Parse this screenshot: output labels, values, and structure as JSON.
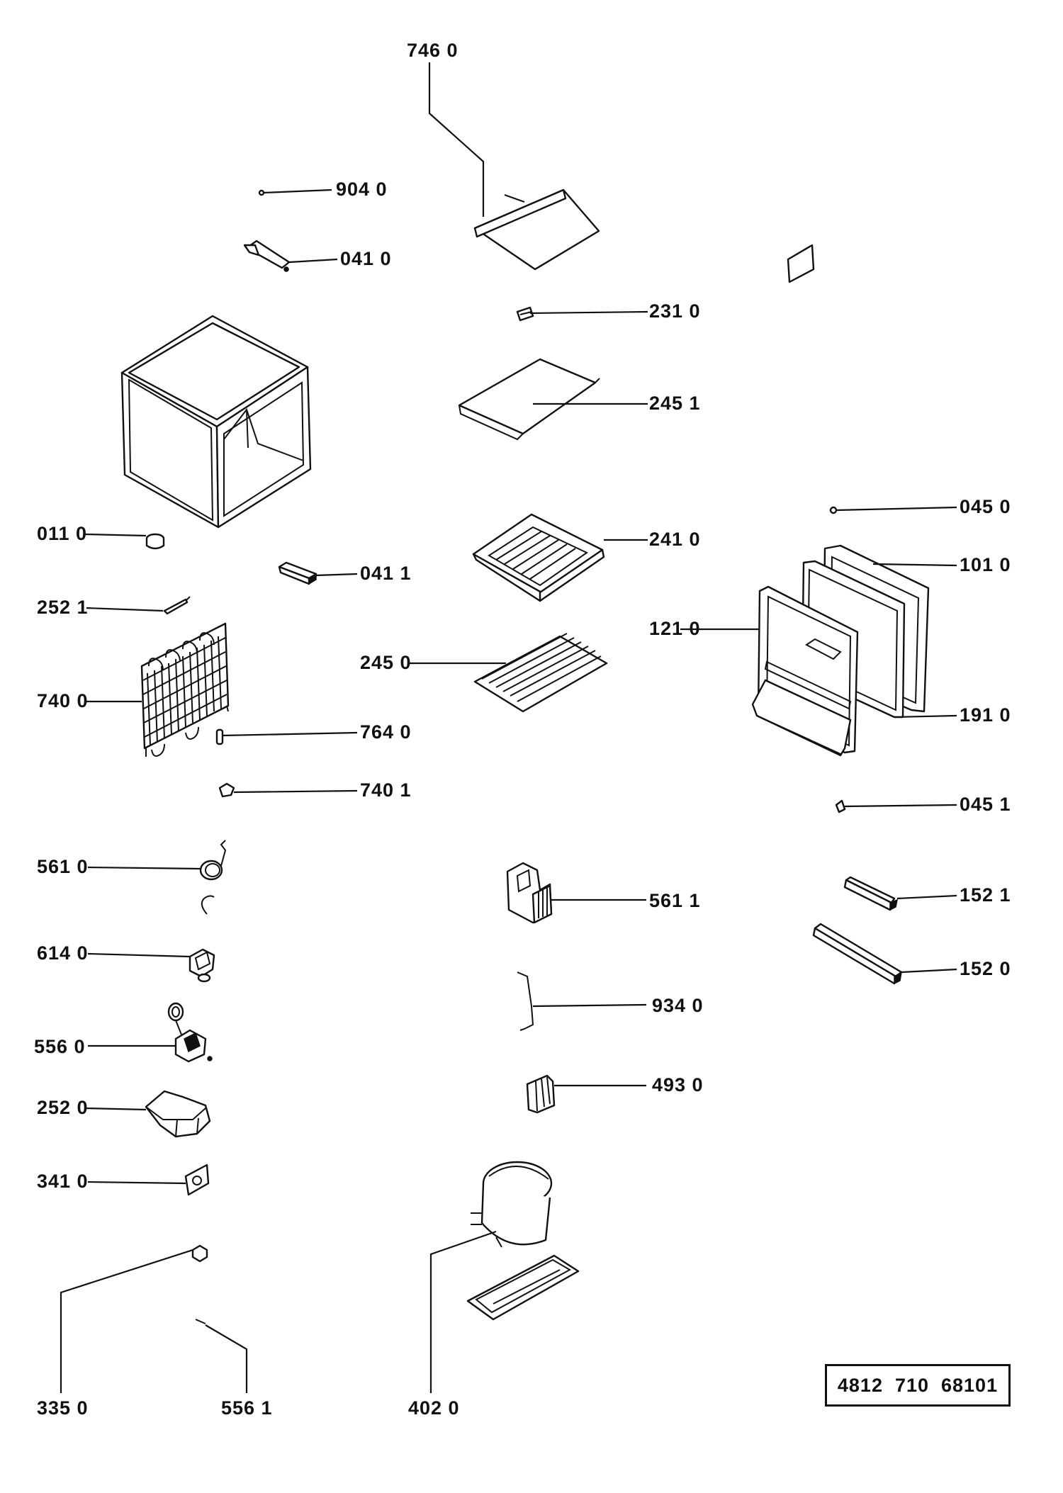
{
  "diagram": {
    "labels": {
      "p7460": "746 0",
      "p9040": "904 0",
      "p0410": "041 0",
      "p2310": "231 0",
      "p2451": "245 1",
      "p0450": "045 0",
      "p0110": "011 0",
      "p2410": "241 0",
      "p0411": "041 1",
      "p1010": "101 0",
      "p2521": "252 1",
      "p1210": "121 0",
      "p2450": "245 0",
      "p7400": "740 0",
      "p1910": "191 0",
      "p7640": "764 0",
      "p7401": "740 1",
      "p0451": "045 1",
      "p5610": "561 0",
      "p5611": "561 1",
      "p1521": "152 1",
      "p6140": "614 0",
      "p1520": "152 0",
      "p9340": "934 0",
      "p5560": "556 0",
      "p4930": "493 0",
      "p2520": "252 0",
      "p3410": "341 0",
      "p3350": "335 0",
      "p5561": "556 1",
      "p4020": "402 0"
    },
    "document_reference": "4812  710  68101"
  }
}
